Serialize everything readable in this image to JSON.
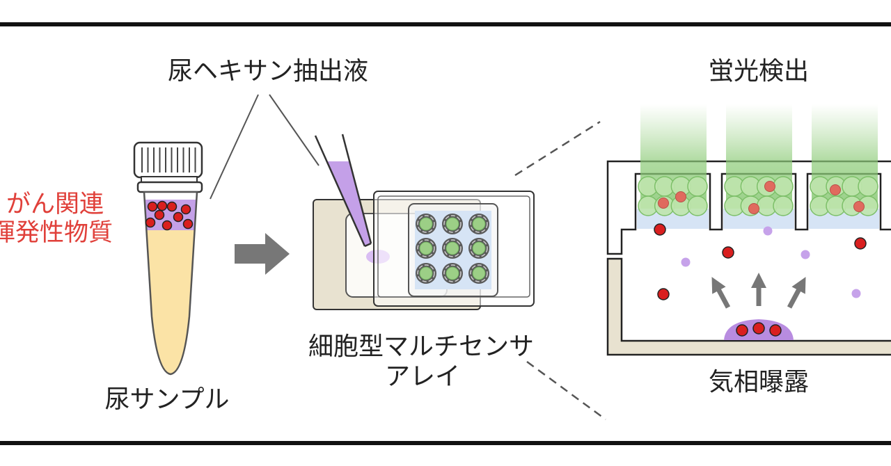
{
  "labels": {
    "hexane_extract": "尿ヘキサン抽出液",
    "fluorescence_detection": "蛍光検出",
    "cancer_related": "がん関連",
    "volatile_compounds": "揮発性物質",
    "urine_sample": "尿サンプル",
    "sensor_array_line1": "細胞型マルチセンサ",
    "sensor_array_line2": "アレイ",
    "vapor_exposure": "気相曝露"
  },
  "colors": {
    "highlight_text": "#e0403a",
    "voc_red": "#d91f1f",
    "voc_lavender": "#c6a2ea",
    "extract_purple": "#c4a0e8",
    "urine_yellow": "#fbe3a6",
    "cell_green": "#bfe4ad",
    "cell_signal_red": "#e06a5e",
    "well_green": "#9ccf86",
    "membrane_blue": "#d6e4f5",
    "chamber_beige": "#e8e2d0",
    "arrow_gray": "#777777"
  }
}
